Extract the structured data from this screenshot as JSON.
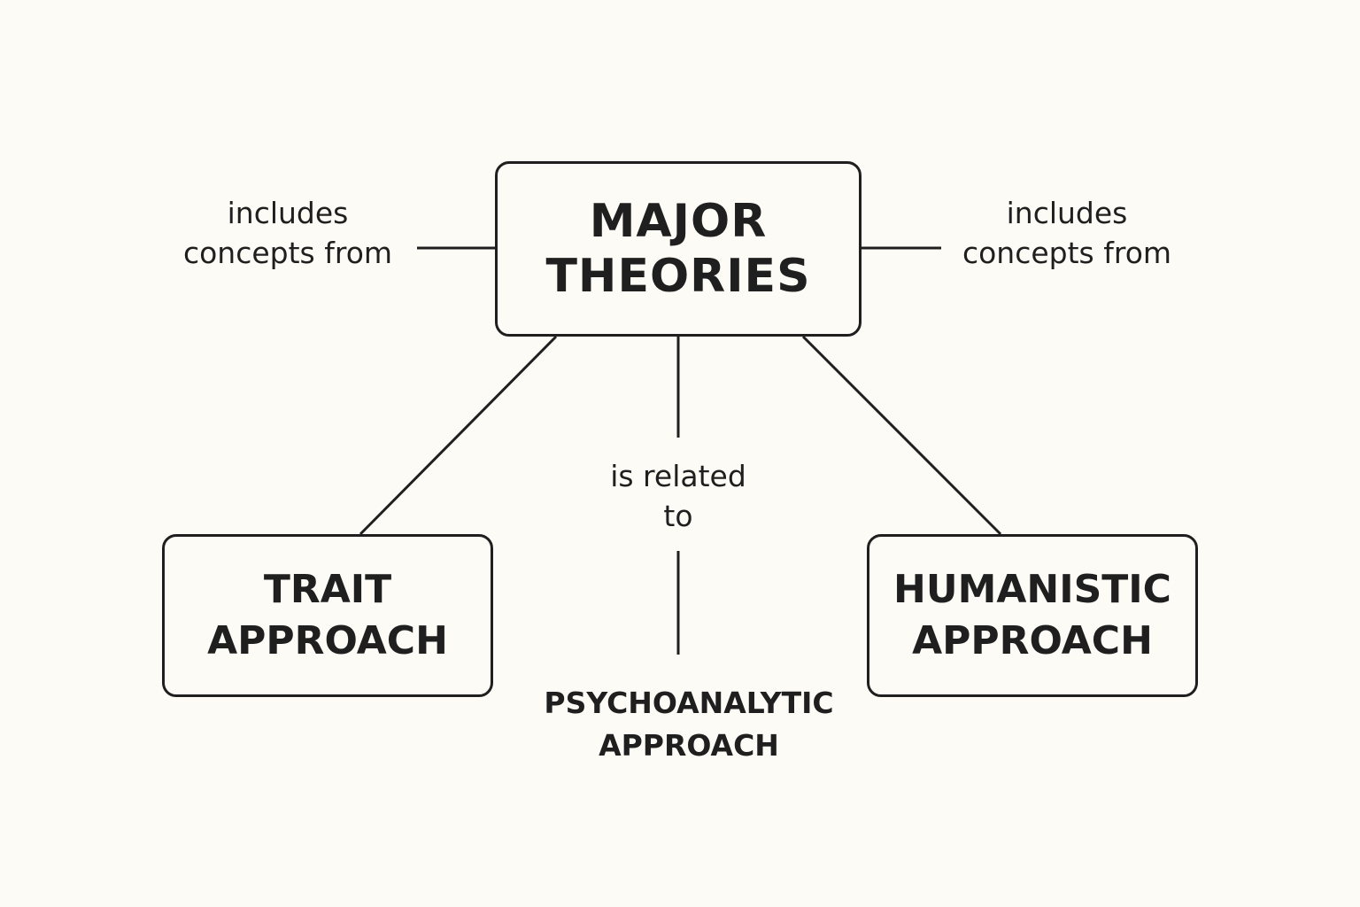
{
  "nodes": {
    "major": {
      "line1": "MAJOR",
      "line2": "THEORIES"
    },
    "trait": {
      "line1": "TRAIT",
      "line2": "APPROACH"
    },
    "humanistic": {
      "line1": "HUMANISTIC",
      "line2": "APPROACH"
    },
    "psychoanalytic": {
      "line1": "PSYCHOANALYTIC",
      "line2": "APPROACH"
    }
  },
  "edge_labels": {
    "left": {
      "line1": "includes",
      "line2": "concepts from"
    },
    "right": {
      "line1": "includes",
      "line2": "concepts from"
    },
    "center": {
      "line1": "is related",
      "line2": "to"
    }
  },
  "colors": {
    "background": "#fcfbf6",
    "stroke": "#1f1f1f",
    "text": "#1f1f1f"
  }
}
